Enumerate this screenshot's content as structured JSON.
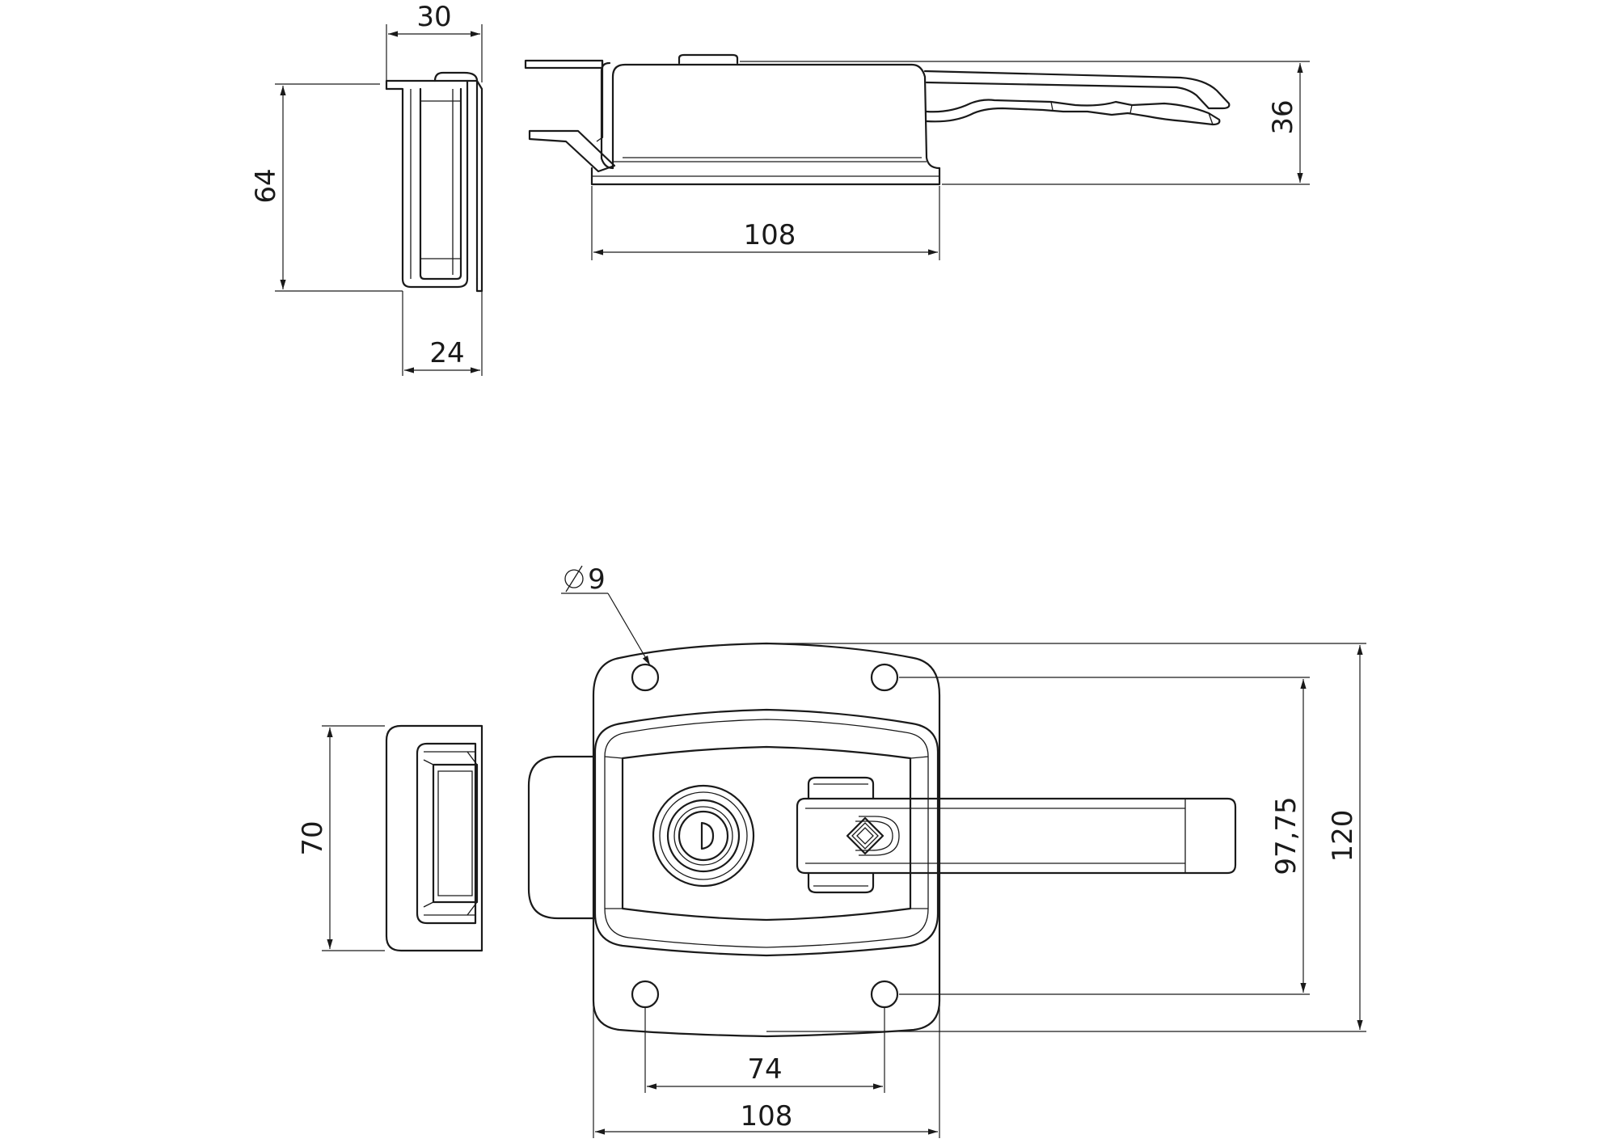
{
  "colors": {
    "ink": "#1a1a1a",
    "background": "#ffffff"
  },
  "views": {
    "side_view": {
      "width_dim": "30",
      "height_dim": "64",
      "bottom_dim": "24"
    },
    "top_view": {
      "length_dim": "108",
      "height_dim": "36"
    },
    "keeper_front": {
      "height_dim": "70"
    },
    "front_view": {
      "hole_diameter_label": "9",
      "hole_spacing_vertical_dim": "97,75",
      "overall_height_dim": "120",
      "hole_spacing_horizontal_dim": "74",
      "overall_width_dim": "108"
    }
  }
}
